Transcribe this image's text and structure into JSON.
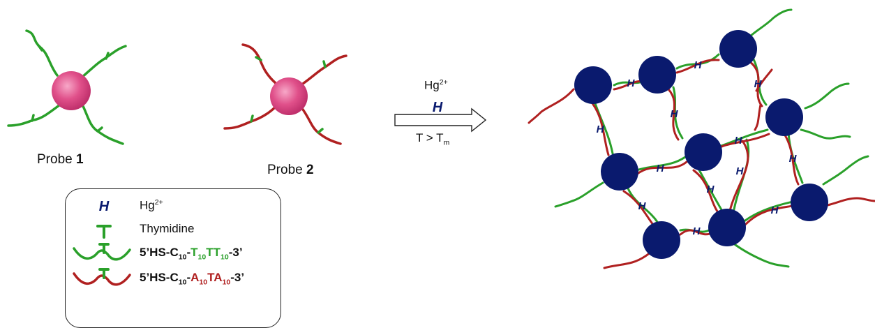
{
  "probes": {
    "probe1_prefix": "Probe ",
    "probe1_number": "1",
    "probe2_prefix": "Probe ",
    "probe2_number": "2"
  },
  "arrow": {
    "top_label_base": "Hg",
    "top_label_sup": "2+",
    "bottom_label_base": "T > T",
    "bottom_label_sub": "m"
  },
  "legend": {
    "hg_base": "Hg",
    "hg_sup": "2+",
    "thymidine": "Thymidine",
    "seq1": {
      "p1": "5’HS-C",
      "s1": "10",
      "p2": "-",
      "p3": "T",
      "s2": "10",
      "p4": "TT",
      "s3": "10",
      "p5": "-3’"
    },
    "seq2": {
      "p1": "5’HS-C",
      "s1": "10",
      "p2": "-",
      "p3": "A",
      "s2": "10",
      "p4": "TA",
      "s3": "10",
      "p5": "-3’"
    }
  },
  "colors": {
    "green_strand": "#2aa02a",
    "red_strand": "#b02020",
    "probe_particle": "#e0508a",
    "network_particle": "#0a1a6e",
    "hg_symbol": "#0a1a6e"
  },
  "icons": [
    "hg-symbol-icon",
    "thymidine-icon",
    "green-strand-icon",
    "red-strand-icon"
  ]
}
